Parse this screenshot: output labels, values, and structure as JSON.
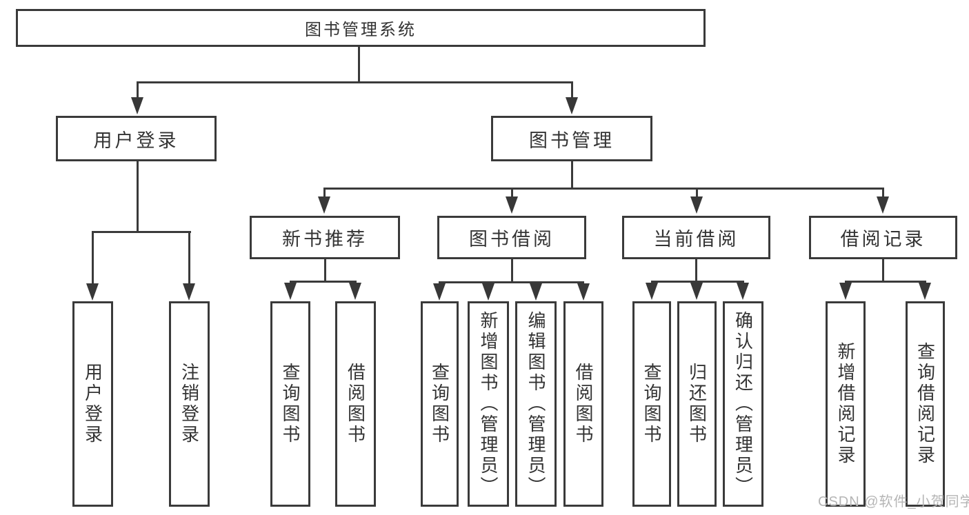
{
  "diagram": {
    "root": {
      "label": "图书管理系统"
    },
    "branches": [
      {
        "label": "用户登录",
        "children": [
          {
            "label": "用户登录"
          },
          {
            "label": "注销登录"
          }
        ]
      },
      {
        "label": "图书管理",
        "children": [
          {
            "label": "新书推荐",
            "children": [
              {
                "label": "查询图书"
              },
              {
                "label": "借阅图书"
              }
            ]
          },
          {
            "label": "图书借阅",
            "children": [
              {
                "label": "查询图书"
              },
              {
                "label": "新增图书（管理员）"
              },
              {
                "label": "编辑图书（管理员）"
              },
              {
                "label": "借阅图书"
              }
            ]
          },
          {
            "label": "当前借阅",
            "children": [
              {
                "label": "查询图书"
              },
              {
                "label": "归还图书"
              },
              {
                "label": "确认归还（管理员）"
              }
            ]
          },
          {
            "label": "借阅记录",
            "children": [
              {
                "label": "新增借阅记录"
              },
              {
                "label": "查询借阅记录"
              }
            ]
          }
        ]
      }
    ]
  },
  "watermark": {
    "text": "CSDN @软件_小贺同学",
    "color": "#b5b5b5"
  },
  "colors": {
    "line": "#3a3a3a",
    "text": "#333333",
    "background": "#ffffff"
  }
}
